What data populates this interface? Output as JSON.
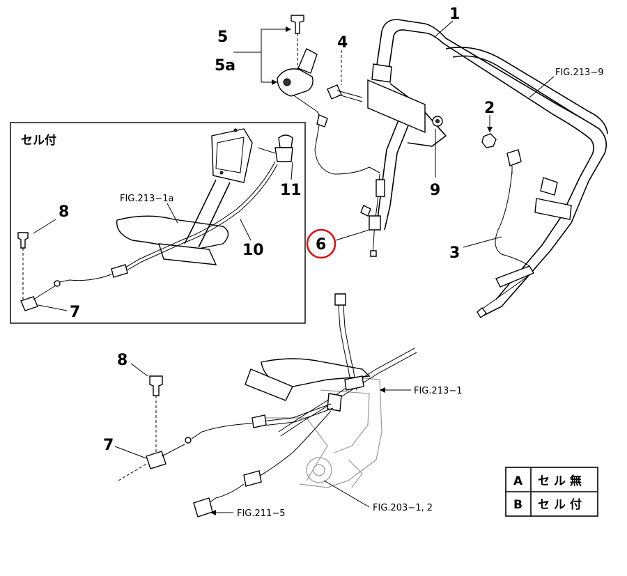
{
  "callouts": {
    "p1": "1",
    "p2": "2",
    "p3": "3",
    "p4": "4",
    "p5": "5",
    "p5a": "5a",
    "p6": "6",
    "p7_inset": "7",
    "p7_main": "7",
    "p8_inset": "8",
    "p8_main": "8",
    "p9": "9",
    "p10": "10",
    "p11": "11"
  },
  "references": {
    "fig_213_9": "FIG.213−9",
    "fig_213_1a": "FIG.213−1a",
    "fig_213_1": "FIG.213−1",
    "fig_211_5": "FIG.211−5",
    "fig_203_1_2": "FIG.203−1, 2"
  },
  "inset": {
    "title": "セル付"
  },
  "legend": {
    "rows": [
      {
        "key": "A",
        "value": "セ ル 無"
      },
      {
        "key": "B",
        "value": "セ ル 付"
      }
    ]
  },
  "highlight": {
    "part": "6",
    "color": "#e01010"
  }
}
